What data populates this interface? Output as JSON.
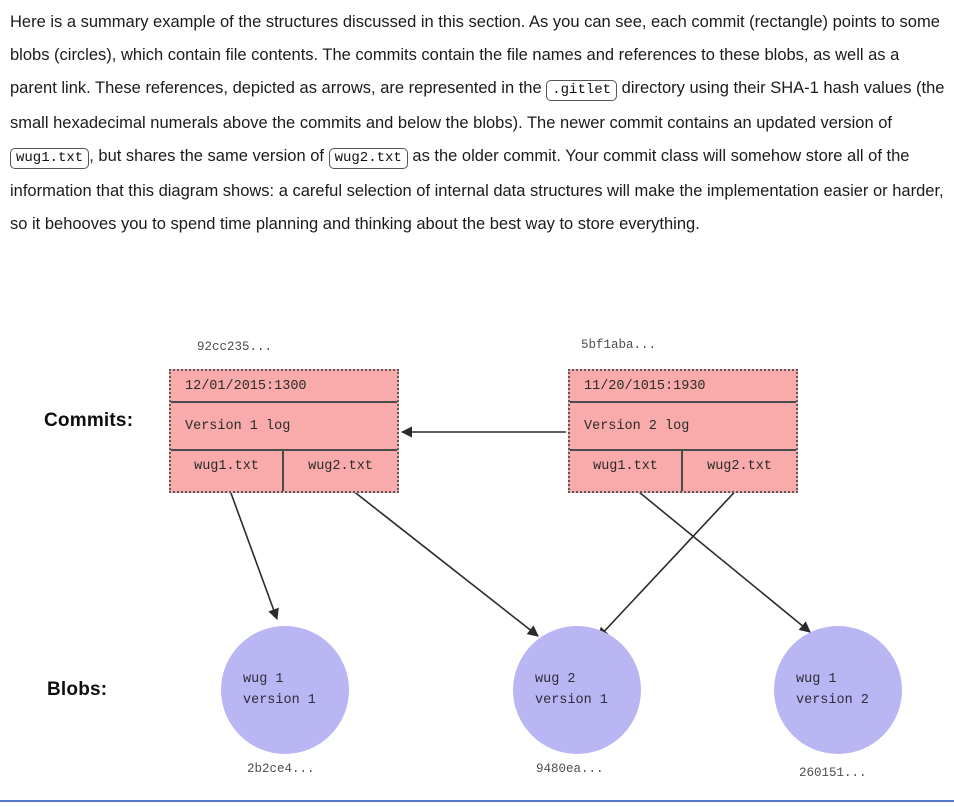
{
  "prose": {
    "s1": "Here is a summary example of the structures discussed in this section. As you can see, each commit (rectangle) points to some blobs (circles), which contain file contents. The commits contain the file names and references to these blobs, as well as a parent link. These references, depicted as arrows, are represented in the ",
    "code1": ".gitlet",
    "s2": " directory using their SHA-1 hash values (the small hexadecimal numerals above the commits and below the blobs). The newer commit contains an updated version of ",
    "code2": "wug1.txt",
    "s3": ", but shares the same version of ",
    "code3": "wug2.txt",
    "s4": " as the older commit. Your commit class will somehow store all of the information that this diagram shows: a careful selection of internal data structures will make the implementation easier or harder, so it behooves you to spend time planning and thinking about the best way to store everything."
  },
  "diagram": {
    "row_labels": {
      "commits": "Commits:",
      "blobs": "Blobs:"
    },
    "colors": {
      "commit_fill": "#f9aaaa",
      "commit_border": "#5b5b5b",
      "blob_fill": "#b9b6f3",
      "arrow": "#2b2b2b",
      "rule": "#5577cc"
    },
    "commits": [
      {
        "id": "old",
        "hash": "92cc235...",
        "date": "12/01/2015:1300",
        "log": "Version 1 log",
        "files": [
          "wug1.txt",
          "wug2.txt"
        ]
      },
      {
        "id": "new",
        "hash": "5bf1aba...",
        "date": "11/20/1015:1930",
        "log": "Version 2 log",
        "files": [
          "wug1.txt",
          "wug2.txt"
        ]
      }
    ],
    "blobs": [
      {
        "id": "b1",
        "hash": "2b2ce4...",
        "line1": "wug 1",
        "line2": "version 1"
      },
      {
        "id": "b2",
        "hash": "9480ea...",
        "line1": "wug 2",
        "line2": "version 1"
      },
      {
        "id": "b3",
        "hash": "260151...",
        "line1": "wug 1",
        "line2": "version 2"
      }
    ],
    "edges": [
      {
        "name": "parent-link",
        "from": "commit-new",
        "to": "commit-old"
      },
      {
        "name": "old-wug1-to-blob1",
        "from": "commit-old.wug1.txt",
        "to": "blob-1"
      },
      {
        "name": "old-wug2-to-blob2",
        "from": "commit-old.wug2.txt",
        "to": "blob-2"
      },
      {
        "name": "new-wug1-to-blob3",
        "from": "commit-new.wug1.txt",
        "to": "blob-3"
      },
      {
        "name": "new-wug2-to-blob2",
        "from": "commit-new.wug2.txt",
        "to": "blob-2"
      }
    ]
  }
}
